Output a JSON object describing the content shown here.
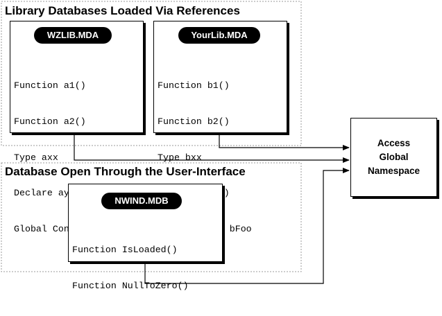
{
  "groups": {
    "library": {
      "title": "Library Databases Loaded Via References",
      "modules": [
        {
          "name": "WZLIB.MDA",
          "lines": [
            "Function a1()",
            "Function a2()",
            "Type axx",
            "Declare ayy()",
            "Global Const aFoo"
          ]
        },
        {
          "name": "YourLib.MDA",
          "lines": [
            "Function b1()",
            "Function b2()",
            "Type bxx",
            "Declare byy()",
            "Global Const bFoo"
          ]
        }
      ]
    },
    "ui": {
      "title": "Database Open Through the User-Interface",
      "modules": [
        {
          "name": "NWIND.MDB",
          "lines": [
            "Function IsLoaded()",
            "Function NullToZero()"
          ]
        }
      ]
    }
  },
  "namespace": {
    "lines": [
      "Access",
      "Global",
      "Namespace"
    ]
  }
}
